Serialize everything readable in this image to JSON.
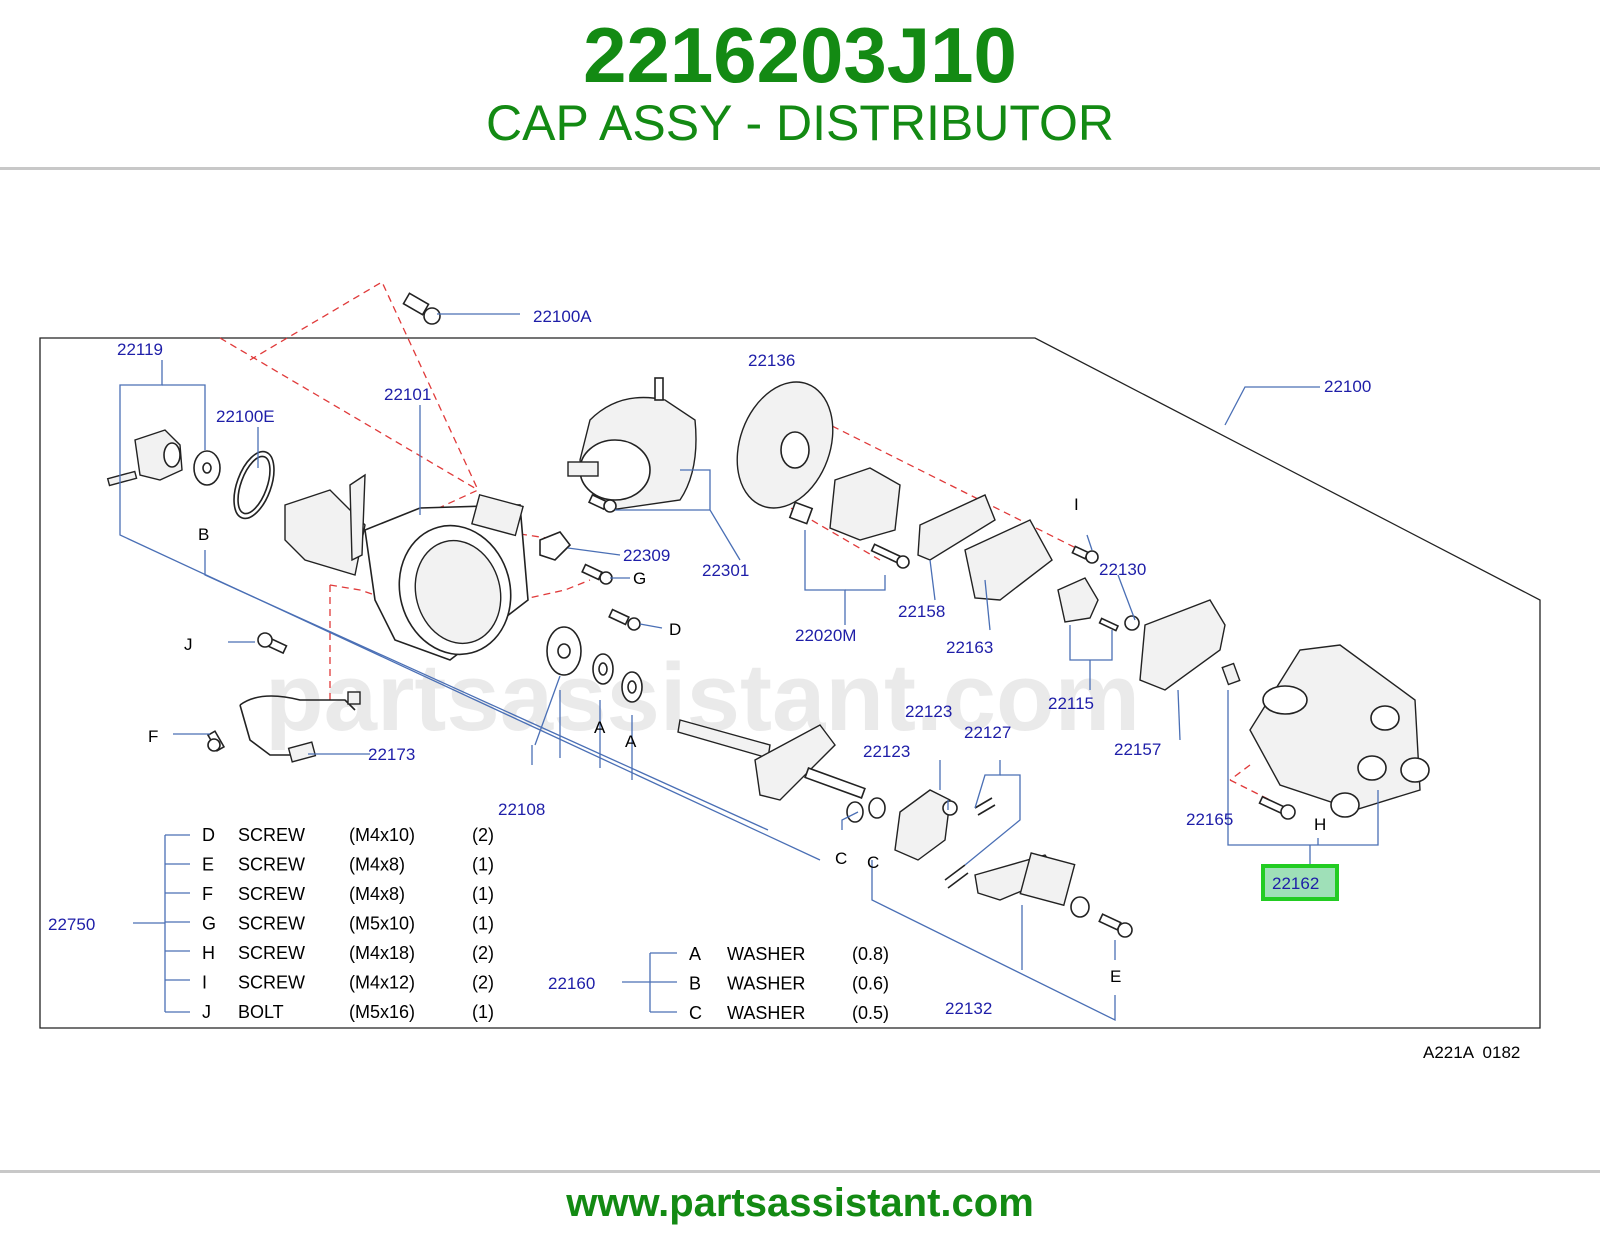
{
  "header": {
    "part_number": "2216203J10",
    "part_name": "CAP ASSY - DISTRIBUTOR"
  },
  "watermark": "partsassistant.com",
  "footer": {
    "url": "www.partsassistant.com"
  },
  "colors": {
    "brand_green": "#138a13",
    "callout_blue": "#1e1ea8",
    "highlight_green": "#22cc22",
    "highlight_fill": "#9fe0b8"
  },
  "diagram": {
    "ref_code": "A221A  0182",
    "highlighted_part": "22162",
    "callouts": {
      "c22100A": "22100A",
      "c22119": "22119",
      "c22100E": "22100E",
      "c22101": "22101",
      "c22136": "22136",
      "c22100": "22100",
      "c22309": "22309",
      "c22301": "22301",
      "c22020M": "22020M",
      "c22158": "22158",
      "c22163": "22163",
      "c22130": "22130",
      "c22115": "22115",
      "c22157": "22157",
      "c22173": "22173",
      "c22108": "22108",
      "c22123a": "22123",
      "c22123b": "22123",
      "c22127": "22127",
      "c22165": "22165",
      "c22162": "22162",
      "c22132": "22132",
      "c22750": "22750",
      "c22160": "22160"
    },
    "letters": {
      "B": "B",
      "G": "G",
      "D": "D",
      "J": "J",
      "F": "F",
      "A1": "A",
      "A2": "A",
      "C1": "C",
      "C2": "C",
      "I": "I",
      "H": "H",
      "E": "E"
    },
    "screws_table": [
      {
        "code": "D",
        "name": "SCREW",
        "size": "(M4x10)",
        "qty": "(2)"
      },
      {
        "code": "E",
        "name": "SCREW",
        "size": "(M4x8)",
        "qty": "(1)"
      },
      {
        "code": "F",
        "name": "SCREW",
        "size": "(M4x8)",
        "qty": "(1)"
      },
      {
        "code": "G",
        "name": "SCREW",
        "size": "(M5x10)",
        "qty": "(1)"
      },
      {
        "code": "H",
        "name": "SCREW",
        "size": "(M4x18)",
        "qty": "(2)"
      },
      {
        "code": "I",
        "name": "SCREW",
        "size": "(M4x12)",
        "qty": "(2)"
      },
      {
        "code": "J",
        "name": "BOLT",
        "size": "(M5x16)",
        "qty": "(1)"
      }
    ],
    "washers_table": [
      {
        "code": "A",
        "name": "WASHER",
        "size": "(0.8)"
      },
      {
        "code": "B",
        "name": "WASHER",
        "size": "(0.6)"
      },
      {
        "code": "C",
        "name": "WASHER",
        "size": "(0.5)"
      }
    ]
  }
}
